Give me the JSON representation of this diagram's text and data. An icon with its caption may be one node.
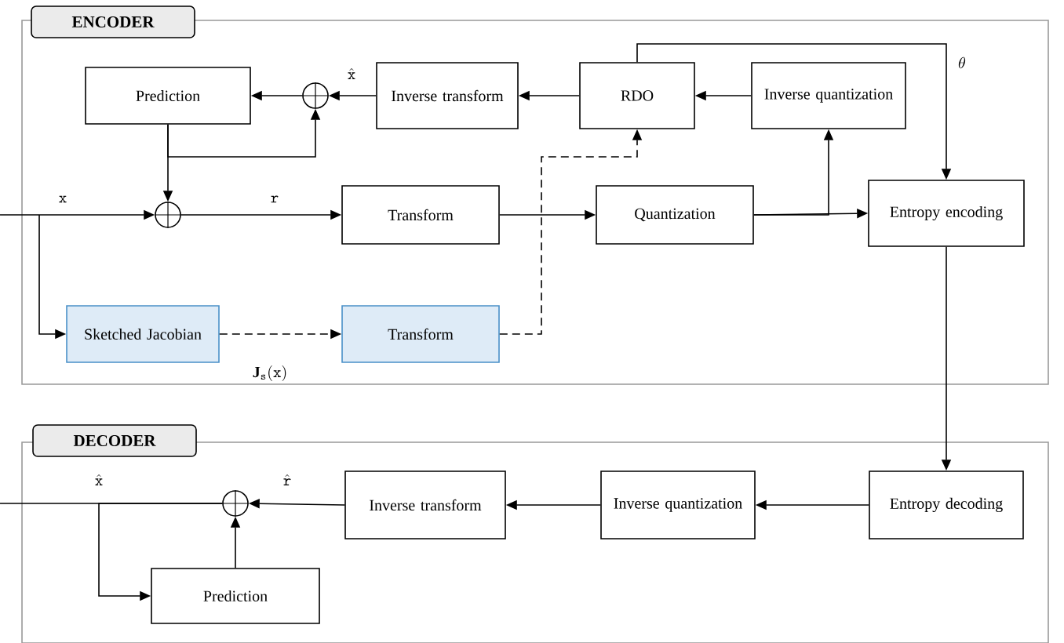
{
  "diagram": {
    "nodes": [
      {
        "text": [
          "ENCODER"
        ]
      },
      {
        "text": [
          "Prediction"
        ],
        "in": 0
      },
      {
        "text": [],
        "shape": "circle",
        "in": 0
      },
      {
        "text": [
          "Inverse transform"
        ],
        "in": 0
      },
      {
        "text": [
          "RDO"
        ],
        "in": 0
      },
      {
        "text": [
          "Inverse quantization"
        ],
        "in": 0
      },
      {
        "text": [],
        "shape": "circle",
        "in": 0
      },
      {
        "text": [
          "Transform"
        ],
        "in": 0
      },
      {
        "text": [
          "Quantization"
        ],
        "in": 0
      },
      {
        "text": [
          "Entropy encoding"
        ],
        "in": 0
      },
      {
        "text": [
          "Sketched Jacobian"
        ],
        "in": 0
      },
      {
        "text": [
          "Transform"
        ],
        "in": 0
      },
      {
        "text": [
          "DECODER"
        ]
      },
      {
        "text": [
          "Inverse transform"
        ],
        "in": 12
      },
      {
        "text": [
          "Inverse quantization"
        ],
        "in": 12
      },
      {
        "text": [
          "Entropy decoding"
        ],
        "in": 12
      },
      {
        "text": [],
        "shape": "circle",
        "in": 12
      },
      {
        "text": [
          "Prediction"
        ],
        "in": 12
      }
    ],
    "edges": [
      {
        "from": null,
        "to": 6,
        "arrow": "to",
        "label": "\\mathtt{x}"
      },
      {
        "from": null,
        "to": 10,
        "arrow": "to"
      },
      {
        "from": 6,
        "to": 7,
        "arrow": "to",
        "label": "\\mathtt{r}"
      },
      {
        "from": 7,
        "to": 8,
        "arrow": "to"
      },
      {
        "from": 8,
        "to": 9,
        "arrow": "to"
      },
      {
        "from": 8,
        "to": 5,
        "arrow": "to"
      },
      {
        "from": 5,
        "to": 4,
        "arrow": "to"
      },
      {
        "from": 4,
        "to": 3,
        "arrow": "to"
      },
      {
        "from": 3,
        "to": 2,
        "arrow": "to",
        "label": "\\hat{\\mathtt{x}}"
      },
      {
        "from": 2,
        "to": 1,
        "arrow": "to"
      },
      {
        "from": 1,
        "to": 6,
        "arrow": "to"
      },
      {
        "from": 1,
        "to": 2,
        "arrow": "to"
      },
      {
        "from": 4,
        "to": 9,
        "arrow": "to",
        "label": "\\theta"
      },
      {
        "from": 10,
        "to": 11,
        "arrow": "to",
        "style": "dashed",
        "label": "\\mathbf{J}_{\\mathtt{s}}(\\mathtt{x})"
      },
      {
        "from": 11,
        "to": 4,
        "arrow": "to",
        "style": "dashed"
      },
      {
        "from": 9,
        "to": 15,
        "arrow": "to"
      },
      {
        "from": 15,
        "to": 14,
        "arrow": "to"
      },
      {
        "from": 14,
        "to": 13,
        "arrow": "to"
      },
      {
        "from": 13,
        "to": 16,
        "arrow": "to",
        "label": "\\hat{\\mathtt{r}}"
      },
      {
        "from": 16,
        "to": null,
        "arrow": "none",
        "label": "\\hat{\\mathtt{x}}"
      },
      {
        "from": 16,
        "to": 17,
        "arrow": "to"
      },
      {
        "from": 17,
        "to": 16,
        "arrow": "to"
      }
    ]
  }
}
